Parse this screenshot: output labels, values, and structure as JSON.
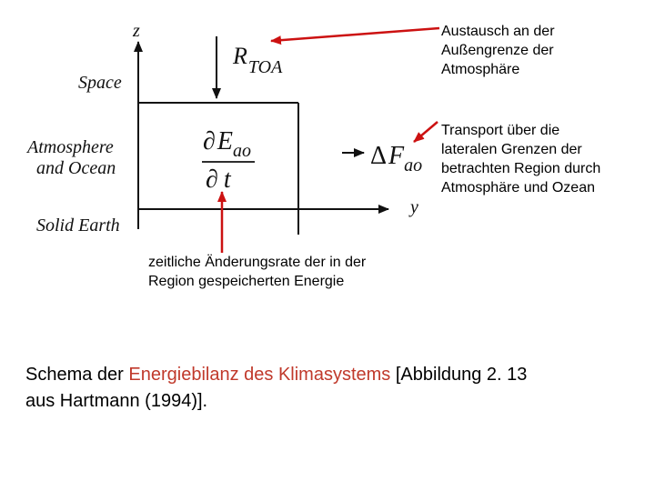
{
  "colors": {
    "annotation_arrow": "#cc1111",
    "caption_highlight": "#c0392b",
    "diagram_ink": "#111111"
  },
  "figure": {
    "axis_z": "z",
    "axis_y": "y",
    "regions": {
      "space": "Space",
      "atmosphere_line1": "Atmosphere",
      "atmosphere_line2": "and Ocean",
      "solid_earth": "Solid Earth"
    },
    "r_toa": {
      "main": "R",
      "sub": "TOA"
    },
    "storage": {
      "num_partial": "∂",
      "num_E": "E",
      "num_sub": "ao",
      "den_partial": "∂",
      "den_t": "t"
    },
    "transport": {
      "delta": "Δ",
      "F": "F",
      "sub": "ao"
    }
  },
  "annotations": {
    "toa": [
      "Austausch an der",
      "Außengrenze der",
      "Atmosphäre"
    ],
    "lateral": [
      "Transport über die",
      "lateralen Grenzen der",
      "betrachten Region durch",
      "Atmosphäre und Ozean"
    ],
    "storage": [
      "zeitliche Änderungsrate der in der",
      "Region gespeicherten Energie"
    ]
  },
  "caption": {
    "prefix": "Schema der ",
    "highlight": "Energiebilanz des Klimasystems",
    "suffix": " [Abbildung 2. 13",
    "line2": "aus Hartmann (1994)]."
  }
}
